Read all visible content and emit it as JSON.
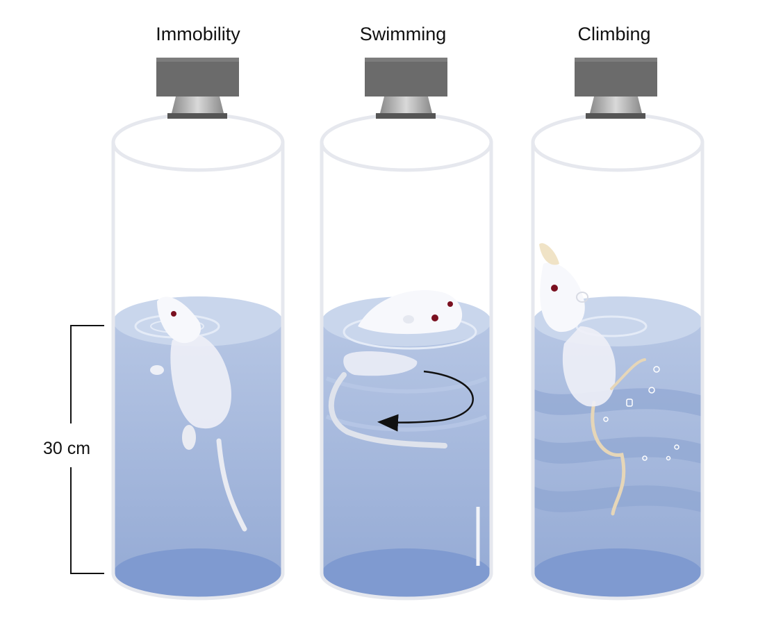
{
  "figure": {
    "conditions": [
      {
        "label": "Immobility"
      },
      {
        "label": "Swimming"
      },
      {
        "label": "Climbing"
      }
    ],
    "scale_bar": {
      "label": "30 cm"
    },
    "colors": {
      "water_top": "#c9d6ec",
      "water_body": "#a3b6d9",
      "water_bottom": "#7f9ad0",
      "camera_body": "#6b6b6b",
      "rat_body": "#f4f5fb",
      "rat_eye": "#7a1020"
    }
  }
}
